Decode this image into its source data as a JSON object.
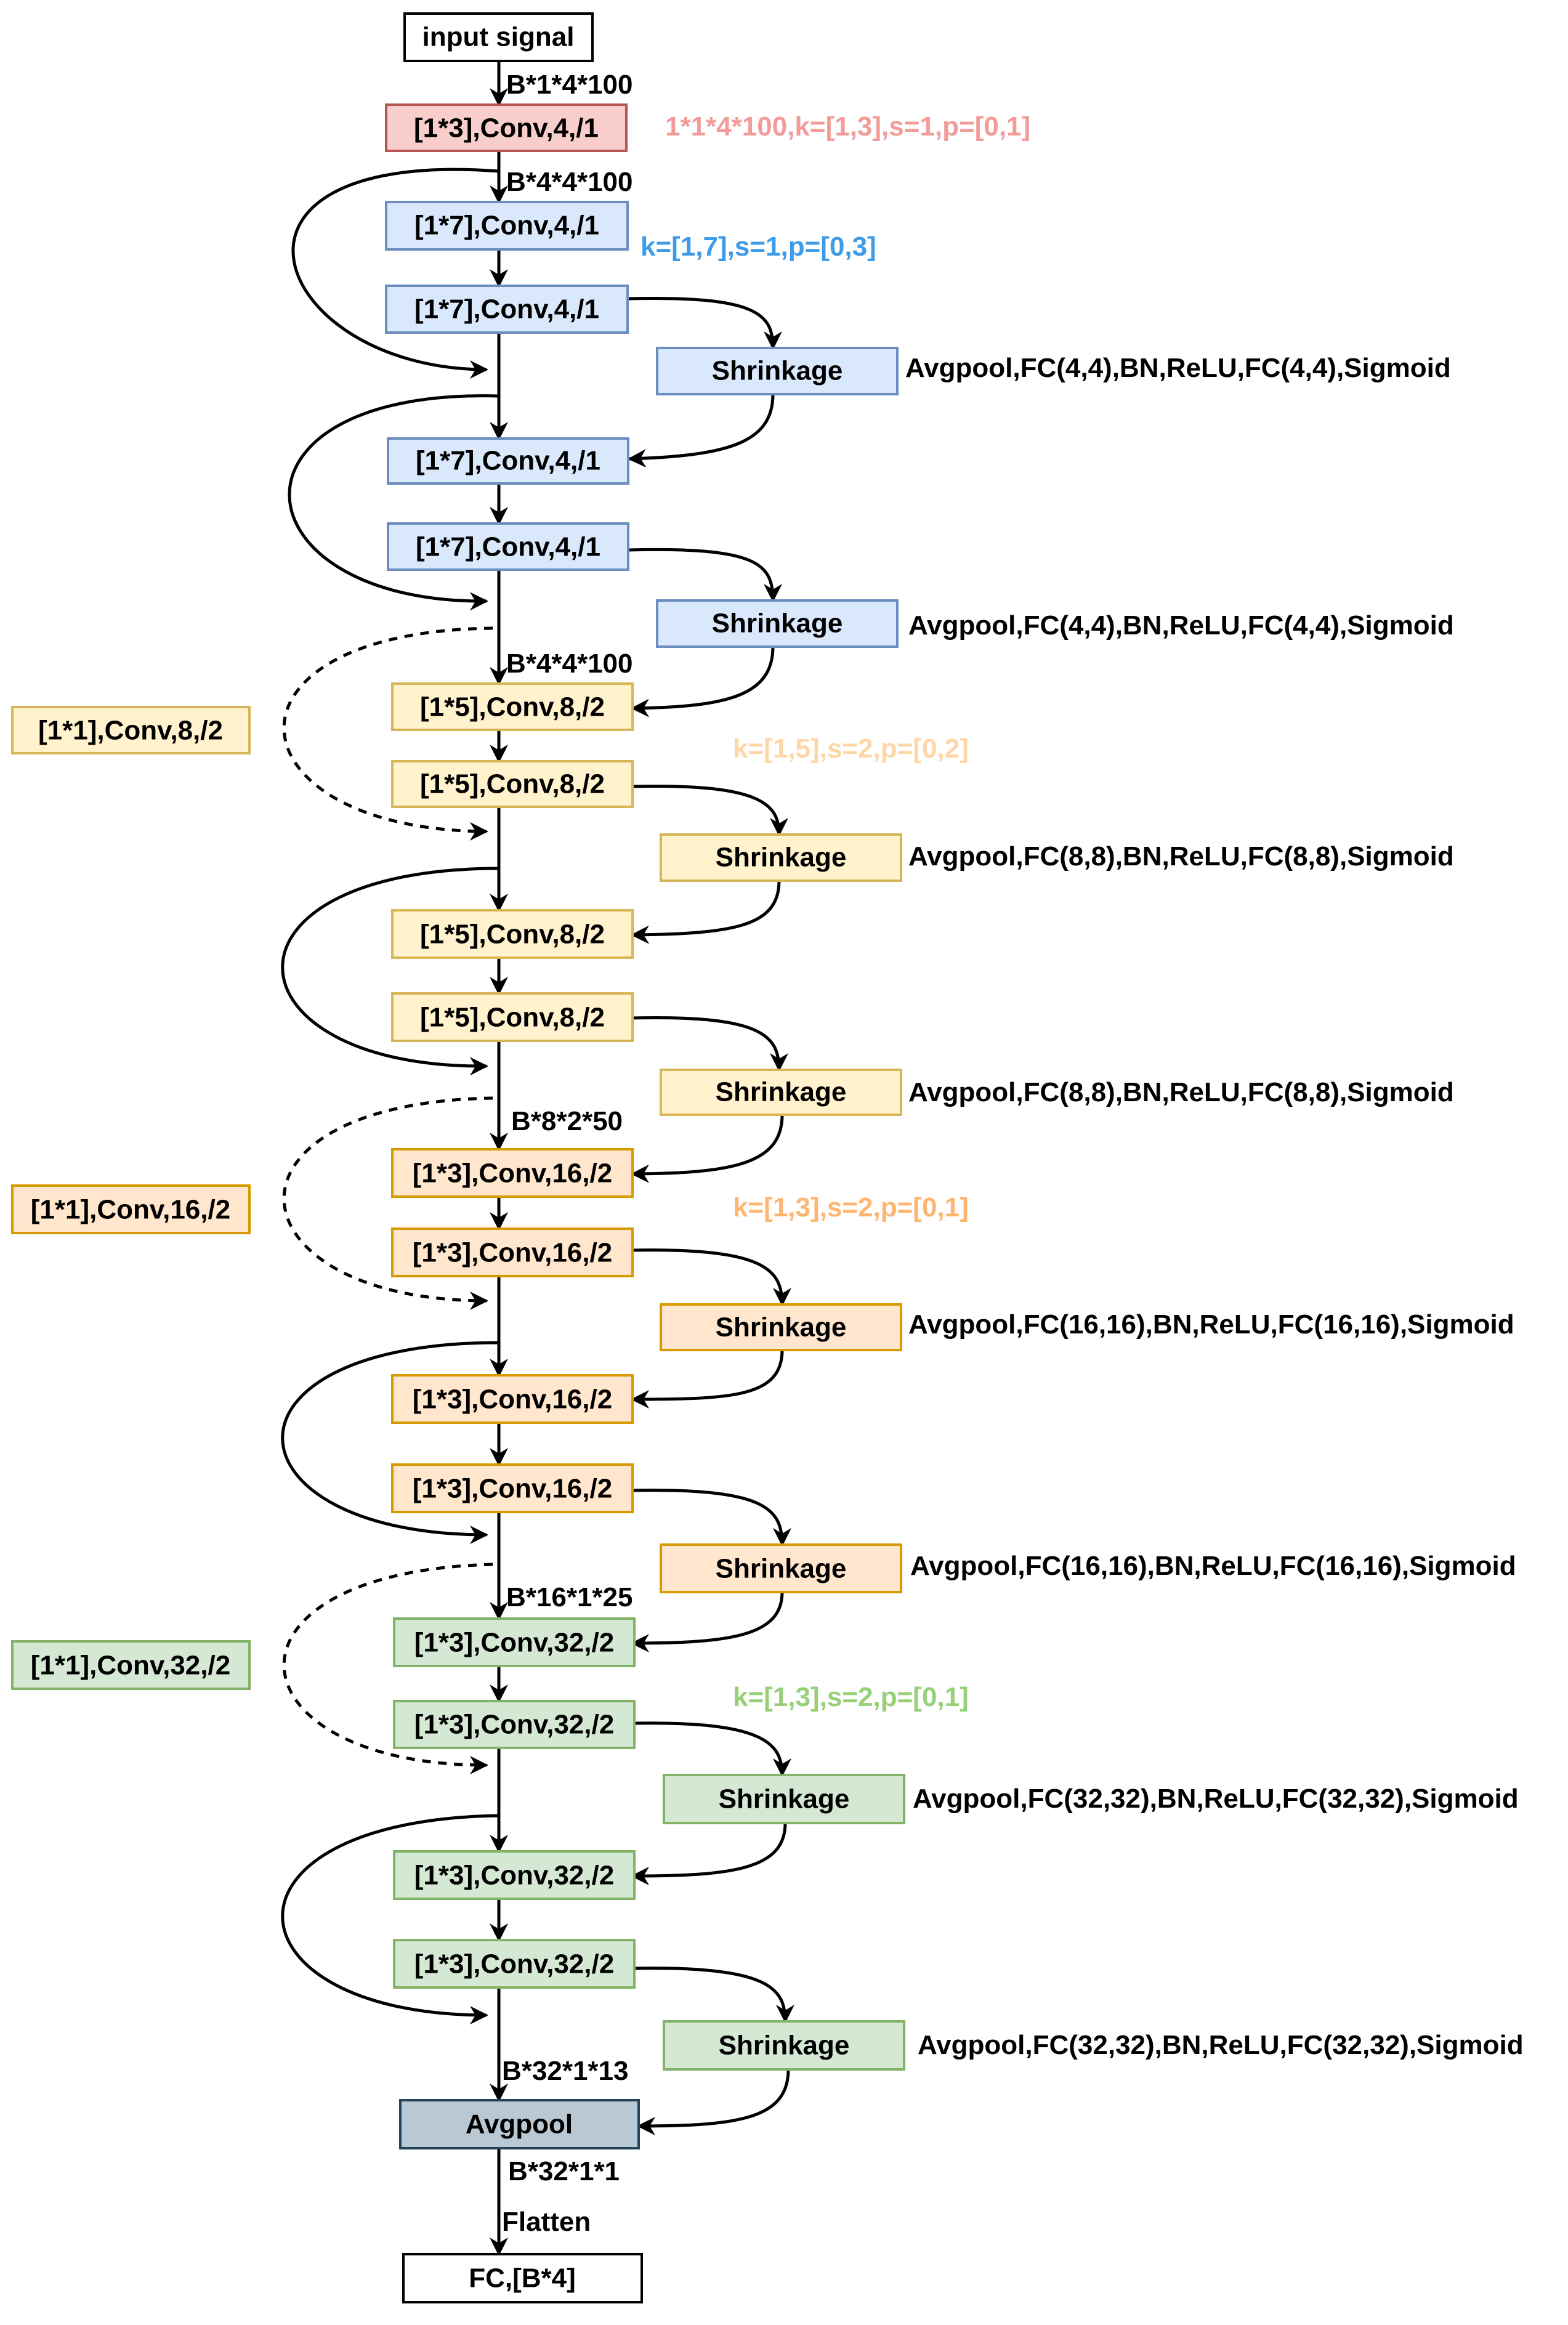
{
  "colors": {
    "input": {
      "fill": "#ffffff",
      "stroke": "#000000"
    },
    "red": {
      "fill": "#f8cecc",
      "stroke": "#b85450",
      "text": "#f19c99"
    },
    "blue": {
      "fill": "#dae8fc",
      "stroke": "#6c8ebf",
      "text": "#3d9be9"
    },
    "yellow": {
      "fill": "#fff2cc",
      "stroke": "#d6b656",
      "text": "#ffd6a5"
    },
    "orange": {
      "fill": "#ffe6cc",
      "stroke": "#d79b00",
      "text": "#ffb570"
    },
    "green": {
      "fill": "#d5e8d4",
      "stroke": "#82b366",
      "text": "#97d077"
    },
    "gray": {
      "fill": "#bac8d3",
      "stroke": "#23445d"
    }
  },
  "nodes": {
    "input_signal": "input signal",
    "conv_0": "[1*3],Conv,4,/1",
    "b1_conv1": "[1*7],Conv,4,/1",
    "b1_conv2": "[1*7],Conv,4,/1",
    "b1_shrink": "Shrinkage",
    "b2_conv1": "[1*7],Conv,4,/1",
    "b2_conv2": "[1*7],Conv,4,/1",
    "b2_shrink": "Shrinkage",
    "b3_conv1": "[1*5],Conv,8,/2",
    "b3_conv2": "[1*5],Conv,8,/2",
    "b3_shrink": "Shrinkage",
    "b3_side": "[1*1],Conv,8,/2",
    "b4_conv1": "[1*5],Conv,8,/2",
    "b4_conv2": "[1*5],Conv,8,/2",
    "b4_shrink": "Shrinkage",
    "b5_conv1": "[1*3],Conv,16,/2",
    "b5_conv2": "[1*3],Conv,16,/2",
    "b5_shrink": "Shrinkage",
    "b5_side": "[1*1],Conv,16,/2",
    "b6_conv1": "[1*3],Conv,16,/2",
    "b6_conv2": "[1*3],Conv,16,/2",
    "b6_shrink": "Shrinkage",
    "b7_conv1": "[1*3],Conv,32,/2",
    "b7_conv2": "[1*3],Conv,32,/2",
    "b7_shrink": "Shrinkage",
    "b7_side": "[1*1],Conv,32,/2",
    "b8_conv1": "[1*3],Conv,32,/2",
    "b8_conv2": "[1*3],Conv,32,/2",
    "b8_shrink": "Shrinkage",
    "avgpool": "Avgpool",
    "fc": "FC,[B*4]"
  },
  "labels": {
    "shape_input": "B*1*4*100",
    "shape_conv0": "B*4*4*100",
    "shape_b3": "B*4*4*100",
    "shape_b5": "B*8*2*50",
    "shape_b7": "B*16*1*25",
    "shape_pool_in": "B*32*1*13",
    "shape_pool_out": "B*32*1*1",
    "flatten": "Flatten"
  },
  "notes": {
    "conv0": "1*1*4*100,k=[1,3],s=1,p=[0,1]",
    "blue": "k=[1,7],s=1,p=[0,3]",
    "yellow": "k=[1,5],s=2,p=[0,2]",
    "orange": "k=[1,3],s=2,p=[0,1]",
    "green": "k=[1,3],s=2,p=[0,1]"
  },
  "shrink_desc": {
    "b1": "Avgpool,FC(4,4),BN,ReLU,FC(4,4),Sigmoid",
    "b2": "Avgpool,FC(4,4),BN,ReLU,FC(4,4),Sigmoid",
    "b3": "Avgpool,FC(8,8),BN,ReLU,FC(8,8),Sigmoid",
    "b4": "Avgpool,FC(8,8),BN,ReLU,FC(8,8),Sigmoid",
    "b5": "Avgpool,FC(16,16),BN,ReLU,FC(16,16),Sigmoid",
    "b6": "Avgpool,FC(16,16),BN,ReLU,FC(16,16),Sigmoid",
    "b7": "Avgpool,FC(32,32),BN,ReLU,FC(32,32),Sigmoid",
    "b8": "Avgpool,FC(32,32),BN,ReLU,FC(32,32),Sigmoid"
  }
}
